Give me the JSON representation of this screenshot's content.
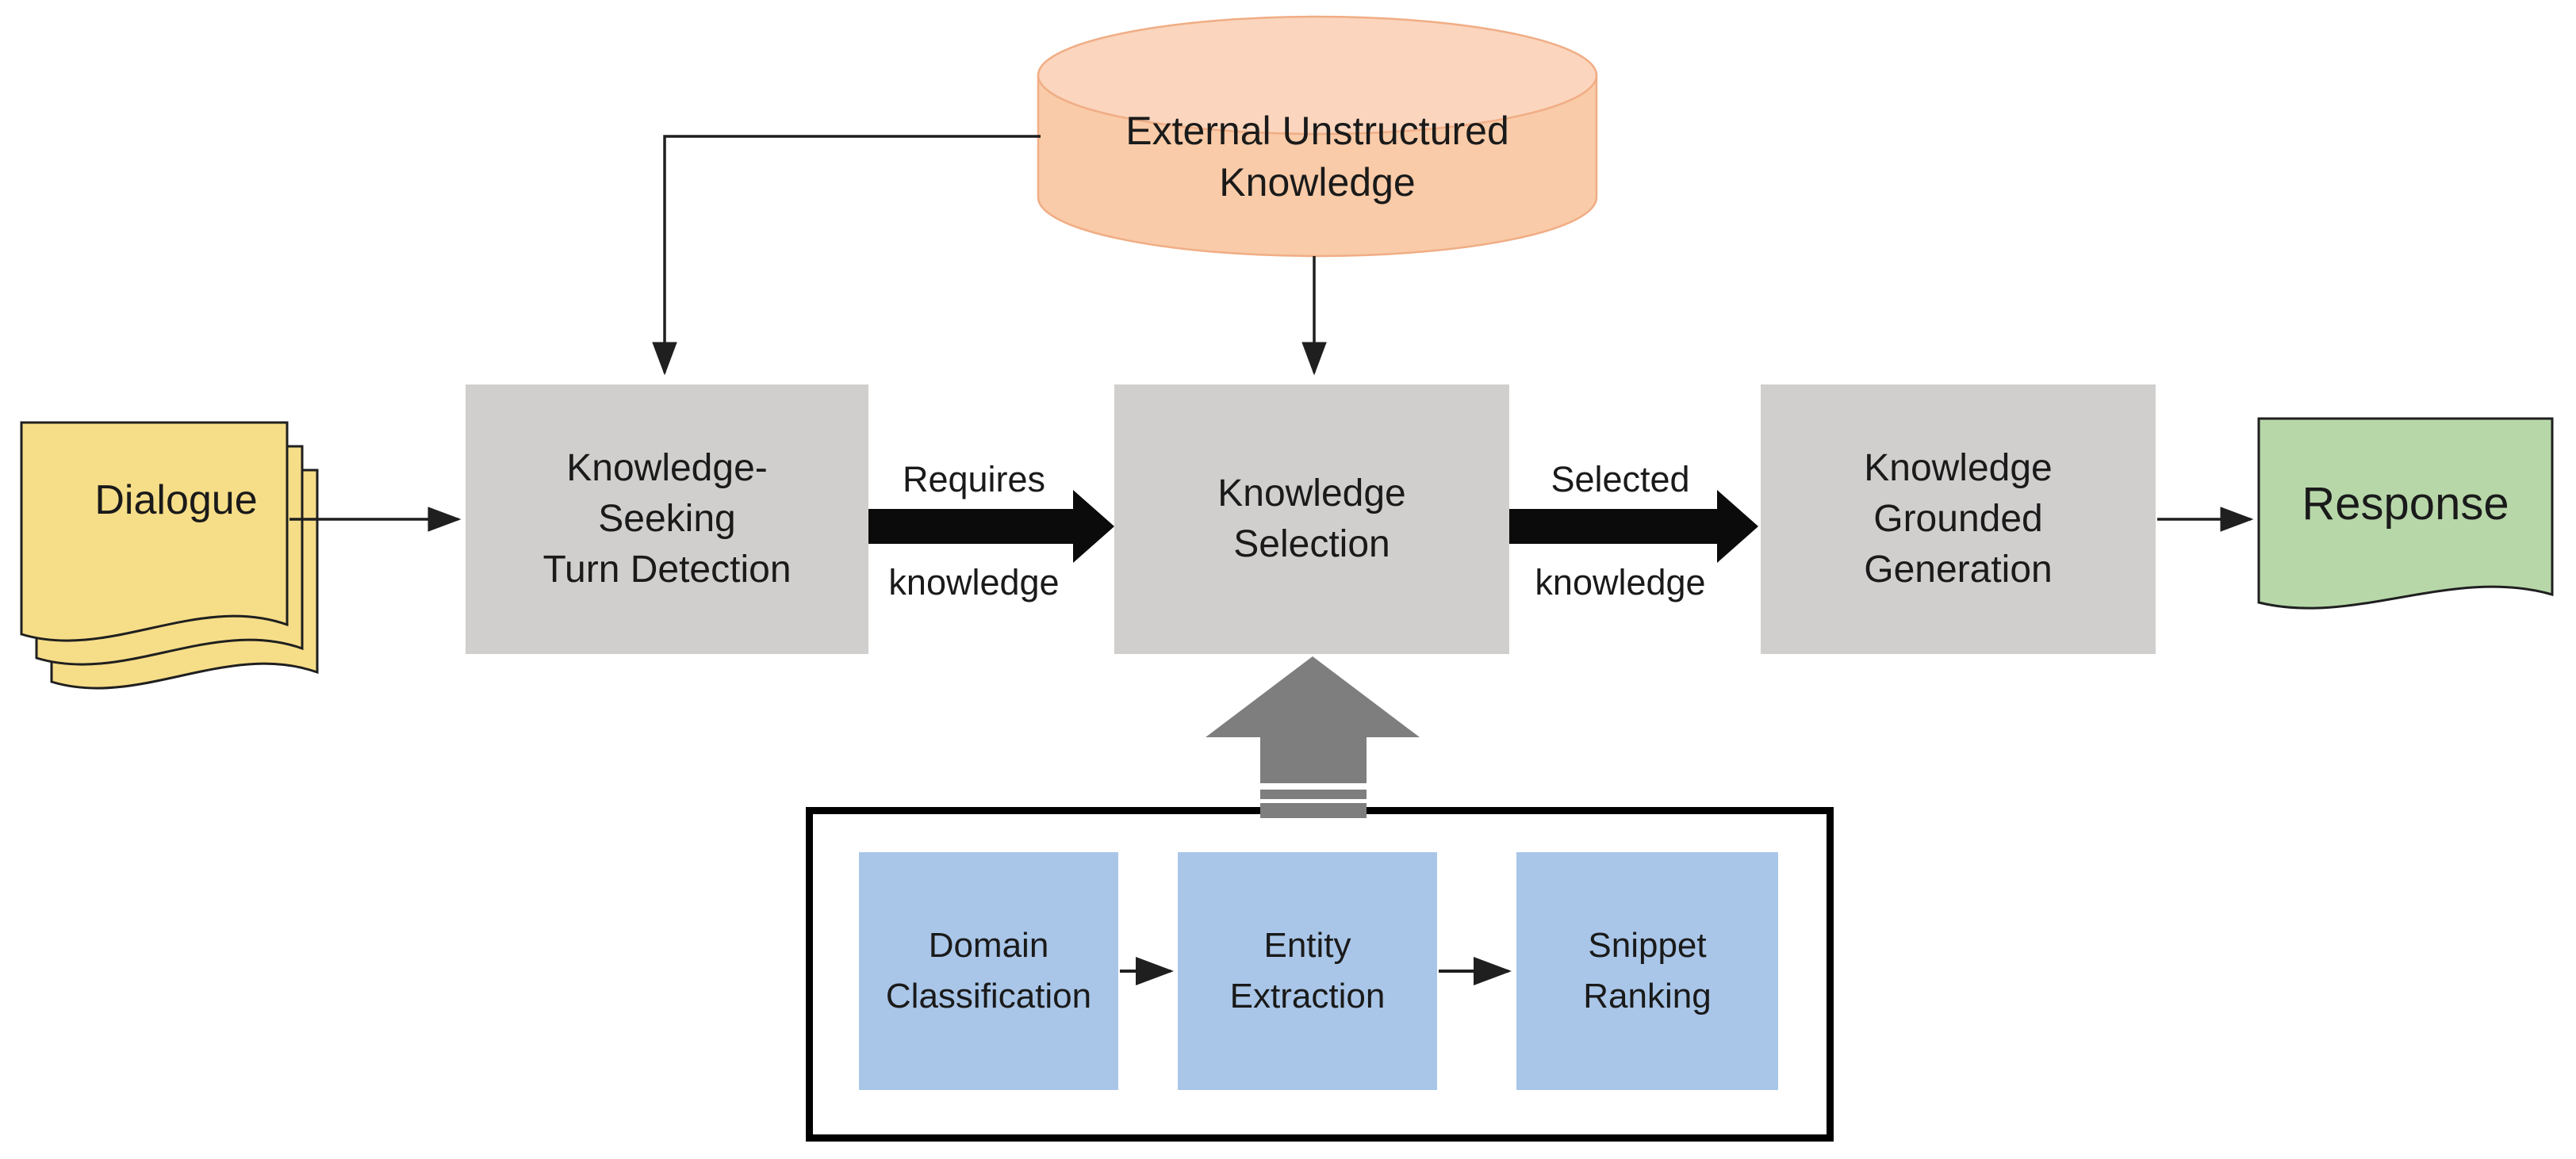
{
  "nodes": {
    "dialogue": {
      "label": "Dialogue"
    },
    "turn_detection": {
      "label": "Knowledge-\nSeeking\nTurn Detection"
    },
    "external_knowledge": {
      "label": "External Unstructured\nKnowledge"
    },
    "knowledge_selection": {
      "label": "Knowledge\nSelection"
    },
    "generation": {
      "label": "Knowledge\nGrounded\nGeneration"
    },
    "response": {
      "label": "Response"
    },
    "subpipeline": {
      "domain_classification": {
        "label": "Domain\nClassification"
      },
      "entity_extraction": {
        "label": "Entity\nExtraction"
      },
      "snippet_ranking": {
        "label": "Snippet\nRanking"
      }
    }
  },
  "edge_labels": {
    "requires_knowledge": {
      "top": "Requires",
      "bottom": "knowledge"
    },
    "selected_knowledge": {
      "top": "Selected",
      "bottom": "knowledge"
    }
  },
  "colors": {
    "dialogue-fill": "#F6DD88",
    "knowledge-fill": "#F9CBA8",
    "knowledge-top-fill": "#FBD5BD",
    "knowledge-stroke": "#F0AD85",
    "process-fill": "#D1CFCE",
    "response-fill": "#B7D7A9",
    "subtask-fill": "#A9C6E8",
    "block-arrow": "#7E7E7E",
    "line": "#1F1F1F",
    "text": "#1A1A1A",
    "container-border": "#000000",
    "background": "#FFFFFF"
  }
}
